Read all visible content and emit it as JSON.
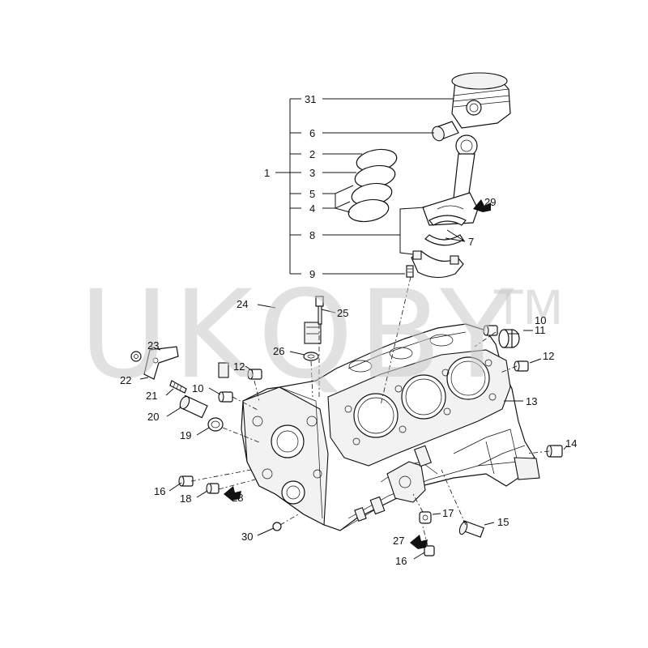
{
  "watermark": {
    "text": "UKQBY",
    "tm": "TM"
  },
  "callouts": {
    "c1": "1",
    "c2": "2",
    "c3": "3",
    "c4": "4",
    "c5": "5",
    "c6": "6",
    "c7": "7",
    "c8": "8",
    "c9": "9",
    "c10a": "10",
    "c10b": "10",
    "c11": "11",
    "c12a": "12",
    "c12b": "12",
    "c13": "13",
    "c14": "14",
    "c15": "15",
    "c16a": "16",
    "c16b": "16",
    "c17": "17",
    "c18": "18",
    "c19": "19",
    "c20": "20",
    "c21": "21",
    "c22": "22",
    "c23": "23",
    "c24": "24",
    "c25": "25",
    "c26": "26",
    "c27": "27",
    "c28": "28",
    "c29": "29",
    "c30": "30",
    "c31": "31"
  }
}
